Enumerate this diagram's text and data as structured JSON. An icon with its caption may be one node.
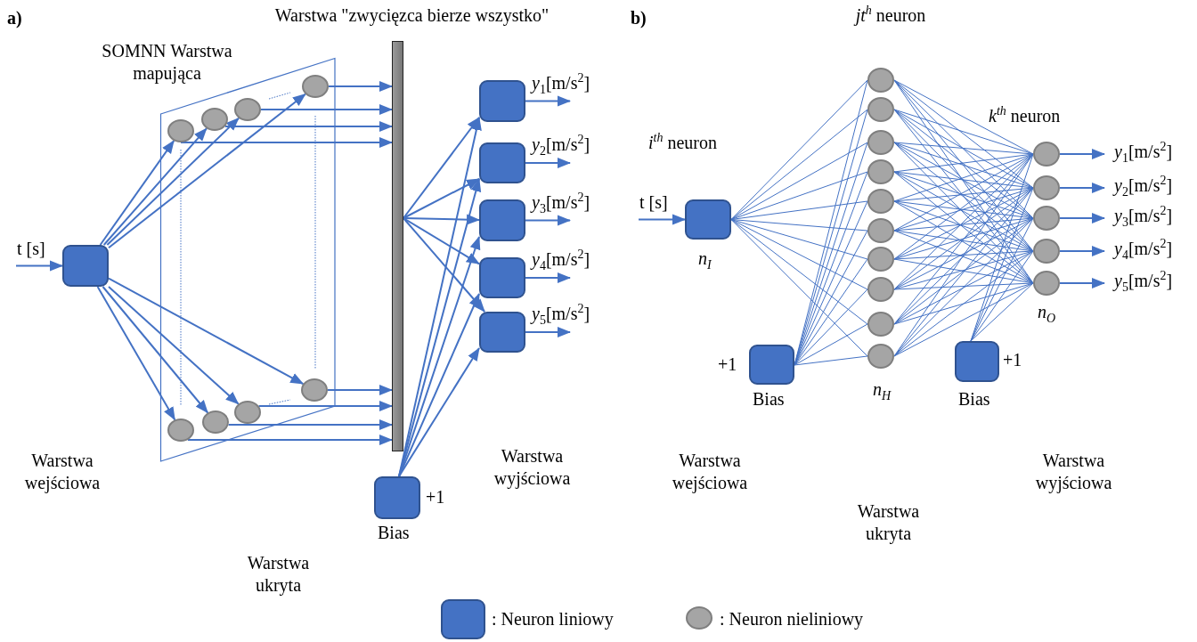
{
  "diagram": {
    "nodes": [
      {
        "text": [],
        "shape": "box"
      },
      {
        "text": [],
        "shape": "trapezoid"
      },
      {
        "text": [],
        "shape": "circle",
        "in": 1
      },
      {
        "text": [],
        "shape": "circle",
        "in": 1
      },
      {
        "text": [],
        "shape": "circle",
        "in": 1
      },
      {
        "text": [],
        "shape": "circle",
        "in": 1
      },
      {
        "text": [],
        "shape": "circle",
        "in": 1
      },
      {
        "text": [],
        "shape": "circle",
        "in": 1
      },
      {
        "text": [],
        "shape": "circle",
        "in": 1
      },
      {
        "text": [],
        "shape": "circle",
        "in": 1
      },
      {
        "text": [],
        "shape": "bar"
      },
      {
        "text": [],
        "shape": "box"
      },
      {
        "text": [],
        "shape": "box"
      },
      {
        "text": [],
        "shape": "box"
      },
      {
        "text": [],
        "shape": "box"
      },
      {
        "text": [],
        "shape": "box"
      },
      {
        "text": [],
        "shape": "box",
        "beside": [
          "+1",
          "Bias"
        ]
      },
      {
        "text": [],
        "shape": "box",
        "beside": [
          "*i*$^{th}$ neuron",
          "*n*$_{I}$"
        ]
      },
      {
        "text": [],
        "shape": "circle"
      },
      {
        "text": [],
        "shape": "circle"
      },
      {
        "text": [],
        "shape": "circle"
      },
      {
        "text": [],
        "shape": "circle"
      },
      {
        "text": [],
        "shape": "circle"
      },
      {
        "text": [],
        "shape": "circle"
      },
      {
        "text": [],
        "shape": "circle"
      },
      {
        "text": [],
        "shape": "circle"
      },
      {
        "text": [],
        "shape": "circle"
      },
      {
        "text": [],
        "shape": "circle"
      },
      {
        "text": [],
        "shape": "circle"
      },
      {
        "text": [],
        "shape": "circle"
      },
      {
        "text": [],
        "shape": "circle"
      },
      {
        "text": [],
        "shape": "circle"
      },
      {
        "text": [],
        "shape": "circle"
      },
      {
        "text": [],
        "shape": "box",
        "beside": [
          "+1",
          "Bias"
        ]
      },
      {
        "text": [],
        "shape": "box",
        "beside": [
          "+1",
          "Bias"
        ]
      }
    ],
    "edges": [
      {
        "from": null,
        "to": 0,
        "arrow": "to",
        "label": "t [s]"
      },
      {
        "from": 0,
        "to": 2,
        "arrow": "to"
      },
      {
        "from": 0,
        "to": 3,
        "arrow": "to"
      },
      {
        "from": 0,
        "to": 4,
        "arrow": "to"
      },
      {
        "from": 0,
        "to": 5,
        "arrow": "to"
      },
      {
        "from": 0,
        "to": 6,
        "arrow": "to"
      },
      {
        "from": 0,
        "to": 7,
        "arrow": "to"
      },
      {
        "from": 0,
        "to": 8,
        "arrow": "to"
      },
      {
        "from": 0,
        "to": 9,
        "arrow": "to"
      },
      {
        "from": 2,
        "to": 10,
        "arrow": "to"
      },
      {
        "from": 3,
        "to": 10,
        "arrow": "to"
      },
      {
        "from": 4,
        "to": 10,
        "arrow": "to"
      },
      {
        "from": 5,
        "to": 10,
        "arrow": "to"
      },
      {
        "from": 6,
        "to": 10,
        "arrow": "to"
      },
      {
        "from": 7,
        "to": 10,
        "arrow": "to"
      },
      {
        "from": 8,
        "to": 10,
        "arrow": "to"
      },
      {
        "from": 9,
        "to": 10,
        "arrow": "to"
      },
      {
        "from": 10,
        "to": 11,
        "arrow": "to"
      },
      {
        "from": 10,
        "to": 12,
        "arrow": "to"
      },
      {
        "from": 10,
        "to": 13,
        "arrow": "to"
      },
      {
        "from": 10,
        "to": 14,
        "arrow": "to"
      },
      {
        "from": 10,
        "to": 15,
        "arrow": "to"
      },
      {
        "from": 16,
        "to": 11,
        "arrow": "to"
      },
      {
        "from": 16,
        "to": 12,
        "arrow": "to"
      },
      {
        "from": 16,
        "to": 13,
        "arrow": "to"
      },
      {
        "from": 16,
        "to": 14,
        "arrow": "to"
      },
      {
        "from": 16,
        "to": 15,
        "arrow": "to"
      },
      {
        "from": 11,
        "to": null,
        "arrow": "to",
        "label": "*y*$_{1}$[m/s$^{2}$]"
      },
      {
        "from": 12,
        "to": null,
        "arrow": "to",
        "label": "*y*$_{2}$[m/s$^{2}$]"
      },
      {
        "from": 13,
        "to": null,
        "arrow": "to",
        "label": "*y*$_{3}$[m/s$^{2}$]"
      },
      {
        "from": 14,
        "to": null,
        "arrow": "to",
        "label": "*y*$_{4}$[m/s$^{2}$]"
      },
      {
        "from": 15,
        "to": null,
        "arrow": "to",
        "label": "*y*$_{5}$[m/s$^{2}$]"
      },
      {
        "from": null,
        "to": 17,
        "arrow": "to",
        "label": "t [s]"
      },
      {
        "from": 17,
        "to": 18,
        "arrow": "none"
      },
      {
        "from": 17,
        "to": 19,
        "arrow": "none"
      },
      {
        "from": 17,
        "to": 20,
        "arrow": "none"
      },
      {
        "from": 17,
        "to": 21,
        "arrow": "none"
      },
      {
        "from": 17,
        "to": 22,
        "arrow": "none"
      },
      {
        "from": 17,
        "to": 23,
        "arrow": "none"
      },
      {
        "from": 17,
        "to": 24,
        "arrow": "none"
      },
      {
        "from": 17,
        "to": 25,
        "arrow": "none"
      },
      {
        "from": 17,
        "to": 26,
        "arrow": "none"
      },
      {
        "from": 17,
        "to": 27,
        "arrow": "none"
      },
      {
        "from": 33,
        "to": 18,
        "arrow": "none"
      },
      {
        "from": 33,
        "to": 19,
        "arrow": "none"
      },
      {
        "from": 33,
        "to": 20,
        "arrow": "none"
      },
      {
        "from": 33,
        "to": 21,
        "arrow": "none"
      },
      {
        "from": 33,
        "to": 22,
        "arrow": "none"
      },
      {
        "from": 33,
        "to": 23,
        "arrow": "none"
      },
      {
        "from": 33,
        "to": 24,
        "arrow": "none"
      },
      {
        "from": 33,
        "to": 25,
        "arrow": "none"
      },
      {
        "from": 33,
        "to": 26,
        "arrow": "none"
      },
      {
        "from": 33,
        "to": 27,
        "arrow": "none"
      },
      {
        "from": 18,
        "to": 28,
        "arrow": "none"
      },
      {
        "from": 18,
        "to": 29,
        "arrow": "none"
      },
      {
        "from": 18,
        "to": 30,
        "arrow": "none"
      },
      {
        "from": 18,
        "to": 31,
        "arrow": "none"
      },
      {
        "from": 18,
        "to": 32,
        "arrow": "none"
      },
      {
        "from": 19,
        "to": 28,
        "arrow": "none"
      },
      {
        "from": 19,
        "to": 29,
        "arrow": "none"
      },
      {
        "from": 19,
        "to": 30,
        "arrow": "none"
      },
      {
        "from": 19,
        "to": 31,
        "arrow": "none"
      },
      {
        "from": 19,
        "to": 32,
        "arrow": "none"
      },
      {
        "from": 20,
        "to": 28,
        "arrow": "none"
      },
      {
        "from": 20,
        "to": 29,
        "arrow": "none"
      },
      {
        "from": 20,
        "to": 30,
        "arrow": "none"
      },
      {
        "from": 20,
        "to": 31,
        "arrow": "none"
      },
      {
        "from": 20,
        "to": 32,
        "arrow": "none"
      },
      {
        "from": 21,
        "to": 28,
        "arrow": "none"
      },
      {
        "from": 21,
        "to": 29,
        "arrow": "none"
      },
      {
        "from": 21,
        "to": 30,
        "arrow": "none"
      },
      {
        "from": 21,
        "to": 31,
        "arrow": "none"
      },
      {
        "from": 21,
        "to": 32,
        "arrow": "none"
      },
      {
        "from": 22,
        "to": 28,
        "arrow": "none"
      },
      {
        "from": 22,
        "to": 29,
        "arrow": "none"
      },
      {
        "from": 22,
        "to": 30,
        "arrow": "none"
      },
      {
        "from": 22,
        "to": 31,
        "arrow": "none"
      },
      {
        "from": 22,
        "to": 32,
        "arrow": "none"
      },
      {
        "from": 23,
        "to": 28,
        "arrow": "none"
      },
      {
        "from": 23,
        "to": 29,
        "arrow": "none"
      },
      {
        "from": 23,
        "to": 30,
        "arrow": "none"
      },
      {
        "from": 23,
        "to": 31,
        "arrow": "none"
      },
      {
        "from": 23,
        "to": 32,
        "arrow": "none"
      },
      {
        "from": 24,
        "to": 28,
        "arrow": "none"
      },
      {
        "from": 24,
        "to": 29,
        "arrow": "none"
      },
      {
        "from": 24,
        "to": 30,
        "arrow": "none"
      },
      {
        "from": 24,
        "to": 31,
        "arrow": "none"
      },
      {
        "from": 24,
        "to": 32,
        "arrow": "none"
      },
      {
        "from": 25,
        "to": 28,
        "arrow": "none"
      },
      {
        "from": 25,
        "to": 29,
        "arrow": "none"
      },
      {
        "from": 25,
        "to": 30,
        "arrow": "none"
      },
      {
        "from": 25,
        "to": 31,
        "arrow": "none"
      },
      {
        "from": 25,
        "to": 32,
        "arrow": "none"
      },
      {
        "from": 26,
        "to": 28,
        "arrow": "none"
      },
      {
        "from": 26,
        "to": 29,
        "arrow": "none"
      },
      {
        "from": 26,
        "to": 30,
        "arrow": "none"
      },
      {
        "from": 26,
        "to": 31,
        "arrow": "none"
      },
      {
        "from": 26,
        "to": 32,
        "arrow": "none"
      },
      {
        "from": 27,
        "to": 28,
        "arrow": "none"
      },
      {
        "from": 27,
        "to": 29,
        "arrow": "none"
      },
      {
        "from": 27,
        "to": 30,
        "arrow": "none"
      },
      {
        "from": 27,
        "to": 31,
        "arrow": "none"
      },
      {
        "from": 27,
        "to": 32,
        "arrow": "none"
      },
      {
        "from": 34,
        "to": 28,
        "arrow": "none"
      },
      {
        "from": 34,
        "to": 29,
        "arrow": "none"
      },
      {
        "from": 34,
        "to": 30,
        "arrow": "none"
      },
      {
        "from": 34,
        "to": 31,
        "arrow": "none"
      },
      {
        "from": 34,
        "to": 32,
        "arrow": "none"
      },
      {
        "from": 28,
        "to": null,
        "arrow": "to",
        "label": "*y*$_{1}$[m/s$^{2}$]"
      },
      {
        "from": 29,
        "to": null,
        "arrow": "to",
        "label": "*y*$_{2}$[m/s$^{2}$]"
      },
      {
        "from": 30,
        "to": null,
        "arrow": "to",
        "label": "*y*$_{3}$[m/s$^{2}$]"
      },
      {
        "from": 31,
        "to": null,
        "arrow": "to",
        "label": "*y*$_{4}$[m/s$^{2}$]"
      },
      {
        "from": 32,
        "to": null,
        "arrow": "to",
        "label": "*y*$_{5}$[m/s$^{2}$]"
      }
    ],
    "labels": [
      "a)",
      "Warstwa \"zwycięzca bierze wszystko\"",
      "b)",
      "*jt*$^{h}$ neuron",
      "SOMNN Warstwa mapująca",
      "*k*$^{th}$ neuron",
      "*n*$_{O}$",
      "*n*$_{H}$",
      "Warstwa wejściowa",
      "Warstwa wyjściowa",
      "Warstwa wejściowa",
      "Warstwa wyjściowa",
      "Warstwa ukryta",
      "Warstwa ukryta"
    ],
    "legend": [
      {
        "text": ": Neuron liniowy",
        "color": "#4472c4"
      },
      {
        "text": ": Neuron nieliniowy",
        "color": "#a5a5a5"
      }
    ]
  }
}
